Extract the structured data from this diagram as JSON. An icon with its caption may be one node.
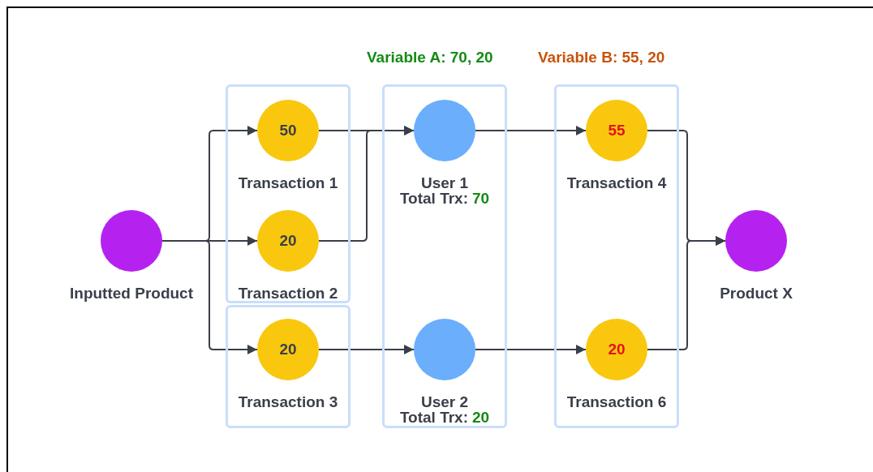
{
  "diagram": {
    "nodes": [
      {
        "text": [
          "Inputted Product"
        ]
      },
      {
        "text": [],
        "shape": "box"
      },
      {
        "text": [
          "50",
          "Transaction 1"
        ],
        "in": 1
      },
      {
        "text": [
          "20",
          "Transaction 2"
        ],
        "in": 1
      },
      {
        "text": [],
        "shape": "box"
      },
      {
        "text": [
          "20",
          "Transaction 3"
        ],
        "in": 4
      },
      {
        "text": [],
        "shape": "box"
      },
      {
        "text": [
          "User 1",
          "Total Trx:",
          "70"
        ],
        "in": 6
      },
      {
        "text": [
          "User 2",
          "Total Trx:",
          "20"
        ],
        "in": 6
      },
      {
        "text": [],
        "shape": "box"
      },
      {
        "text": [
          "55",
          "Transaction 4"
        ],
        "in": 9
      },
      {
        "text": [
          "20",
          "Transaction 6"
        ],
        "in": 9
      },
      {
        "text": [
          "Product X"
        ]
      }
    ],
    "edges": [
      {
        "from": 0,
        "to": 2,
        "arrow": "to"
      },
      {
        "from": 0,
        "to": 3,
        "arrow": "to"
      },
      {
        "from": 0,
        "to": 5,
        "arrow": "to"
      },
      {
        "from": 2,
        "to": 7,
        "arrow": "to"
      },
      {
        "from": 3,
        "to": 7,
        "arrow": "to"
      },
      {
        "from": 5,
        "to": 8,
        "arrow": "to"
      },
      {
        "from": 7,
        "to": 10,
        "arrow": "to"
      },
      {
        "from": 8,
        "to": 11,
        "arrow": "to"
      },
      {
        "from": 10,
        "to": 12,
        "arrow": "to"
      },
      {
        "from": 11,
        "to": 12,
        "arrow": "to"
      }
    ],
    "labels": [
      "Variable A: 70, 20",
      "Variable B: 55, 20"
    ]
  }
}
